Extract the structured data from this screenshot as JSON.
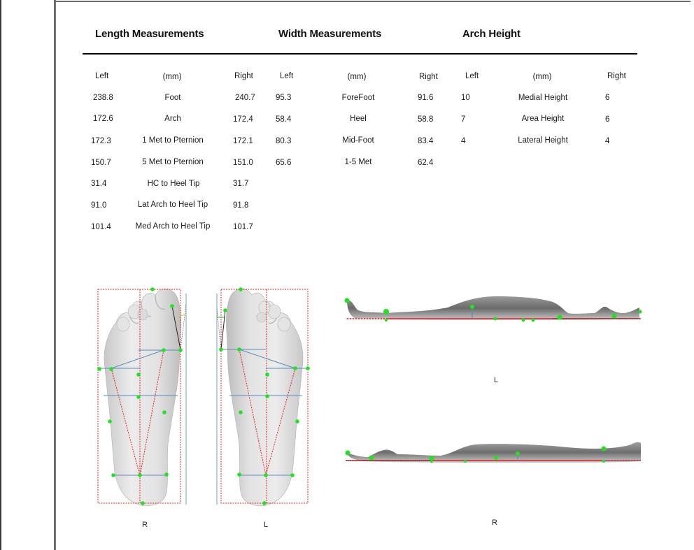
{
  "sections": {
    "length": {
      "title": "Length Measurements",
      "headers": {
        "left": "Left",
        "unit": "(mm)",
        "right": "Right"
      },
      "rows": [
        {
          "left": "238.8",
          "label": "Foot",
          "right": "240.7"
        },
        {
          "left": "172.6",
          "label": "Arch",
          "right": "172.4"
        },
        {
          "left": "172.3",
          "label": "1 Met to Pternion",
          "right": "172.1"
        },
        {
          "left": "150.7",
          "label": "5 Met to Pternion",
          "right": "151.0"
        },
        {
          "left": "31.4",
          "label": "HC to Heel Tip",
          "right": "31.7"
        },
        {
          "left": "91.0",
          "label": "Lat Arch to Heel Tip",
          "right": "91.8"
        },
        {
          "left": "101.4",
          "label": "Med Arch to Heel Tip",
          "right": "101.7"
        }
      ]
    },
    "width": {
      "title": "Width Measurements",
      "headers": {
        "left": "Left",
        "unit": "(mm)",
        "right": "Right"
      },
      "rows": [
        {
          "left": "95.3",
          "label": "ForeFoot",
          "right": "91.6"
        },
        {
          "left": "58.4",
          "label": "Heel",
          "right": "58.8"
        },
        {
          "left": "80.3",
          "label": "Mid-Foot",
          "right": "83.4"
        },
        {
          "left": "65.6",
          "label": "1-5 Met",
          "right": "62.4"
        }
      ]
    },
    "arch": {
      "title": "Arch Height",
      "headers": {
        "left": "Left",
        "unit": "(mm)",
        "right": "Right"
      },
      "rows": [
        {
          "left": "10",
          "label": "Medial Height",
          "right": "6"
        },
        {
          "left": "7",
          "label": "Area Height",
          "right": "6"
        },
        {
          "left": "4",
          "label": "Lateral Height",
          "right": "4"
        }
      ]
    }
  },
  "figures": {
    "plantar_right_label": "R",
    "plantar_left_label": "L",
    "side_left_label": "L",
    "side_right_label": "R"
  },
  "colors": {
    "marker_green": "#22e022",
    "guide_red": "#e02020",
    "guide_blue": "#5b8db8",
    "foot_gray": "#d9d9d9"
  }
}
